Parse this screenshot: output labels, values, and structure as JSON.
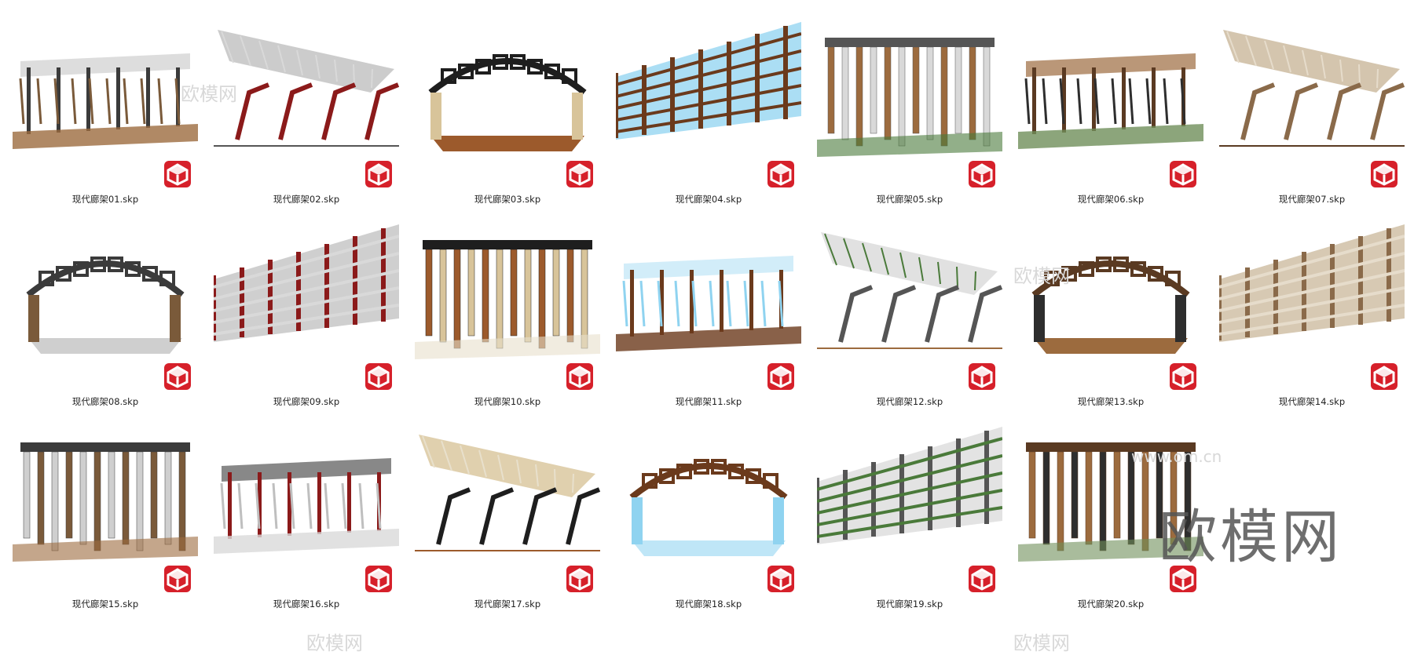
{
  "watermark_text": "欧模网",
  "faint_watermarks": [
    "欧模网",
    "欧模网",
    "www.om.cn",
    "欧模网",
    "欧模网"
  ],
  "colors": {
    "sketchup_red": "#d6202a",
    "label_text": "#222222"
  },
  "files": [
    {
      "name": "现代廊架01.skp",
      "icon": "sketchup-icon"
    },
    {
      "name": "现代廊架02.skp",
      "icon": "sketchup-icon"
    },
    {
      "name": "现代廊架03.skp",
      "icon": "sketchup-icon"
    },
    {
      "name": "现代廊架04.skp",
      "icon": "sketchup-icon"
    },
    {
      "name": "现代廊架05.skp",
      "icon": "sketchup-icon"
    },
    {
      "name": "现代廊架06.skp",
      "icon": "sketchup-icon"
    },
    {
      "name": "现代廊架07.skp",
      "icon": "sketchup-icon"
    },
    {
      "name": "现代廊架08.skp",
      "icon": "sketchup-icon"
    },
    {
      "name": "现代廊架09.skp",
      "icon": "sketchup-icon"
    },
    {
      "name": "现代廊架10.skp",
      "icon": "sketchup-icon"
    },
    {
      "name": "现代廊架11.skp",
      "icon": "sketchup-icon"
    },
    {
      "name": "现代廊架12.skp",
      "icon": "sketchup-icon"
    },
    {
      "name": "现代廊架13.skp",
      "icon": "sketchup-icon"
    },
    {
      "name": "现代廊架14.skp",
      "icon": "sketchup-icon"
    },
    {
      "name": "现代廊架15.skp",
      "icon": "sketchup-icon"
    },
    {
      "name": "现代廊架16.skp",
      "icon": "sketchup-icon"
    },
    {
      "name": "现代廊架17.skp",
      "icon": "sketchup-icon"
    },
    {
      "name": "现代廊架18.skp",
      "icon": "sketchup-icon"
    },
    {
      "name": "现代廊架19.skp",
      "icon": "sketchup-icon"
    },
    {
      "name": "现代廊架20.skp",
      "icon": "sketchup-icon"
    }
  ]
}
